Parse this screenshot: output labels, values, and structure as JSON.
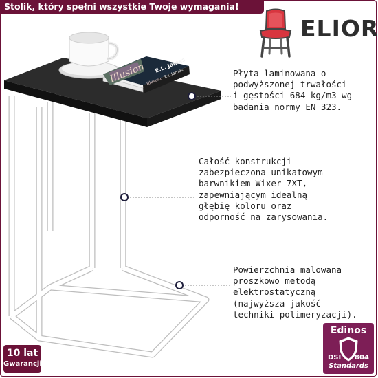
{
  "headline": "Stolik, który spełni wszystkie Twoje wymagania!",
  "brand": {
    "name": "ELIOR"
  },
  "book": {
    "title": "Illusion",
    "author": "E.L. James",
    "spine_author": "E.L.James",
    "spine_title": "Illusion"
  },
  "descriptions": {
    "top": {
      "lines": [
        "Płyta laminowana o",
        "podwyższonej trwałości",
        "i gęstości 684 kg/m3 wg",
        "badania normy EN 323."
      ]
    },
    "middle": {
      "lines": [
        "Całość konstrukcji",
        "zabezpieczona unikatowym",
        "barwnikiem Wixer 7XT,",
        "zapewniającym idealną",
        "głębię koloru oraz",
        "odporność na zarysowania."
      ]
    },
    "bottom": {
      "lines": [
        "Powierzchnia malowana",
        "proszkowo metodą",
        "elektrostatyczną",
        "(najwyższa jakość",
        "techniki polimeryzacji)."
      ]
    }
  },
  "warranty_badge": {
    "line1": "10 lat",
    "line2": "Gwarancji"
  },
  "standard_badge": {
    "title": "Edinos",
    "code_left": "DSI",
    "code_right": "804",
    "subtitle": "Standards"
  },
  "icons": [
    "chair-logo-icon",
    "coffee-cup-icon",
    "book-icon",
    "marker-dot-icon",
    "shield-icon"
  ],
  "colors": {
    "brand": "#6b1238",
    "badge": "#7d1e56",
    "tabletop": "#1f1f1f",
    "frame": "#ffffff",
    "chair_red": "#d8353f"
  }
}
